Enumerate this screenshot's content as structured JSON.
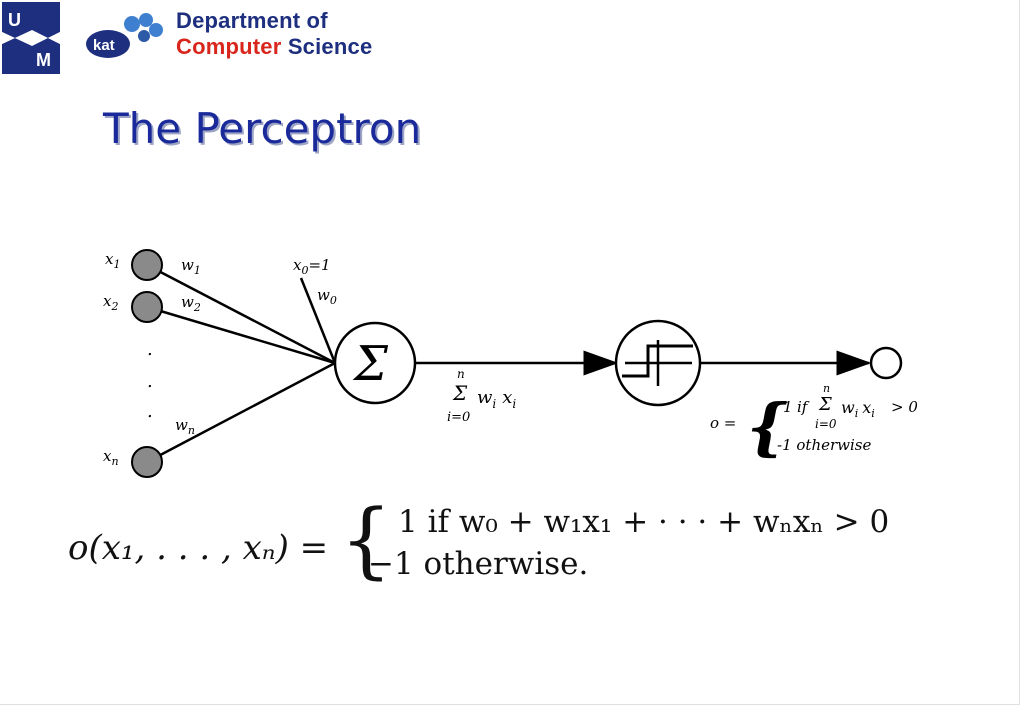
{
  "header": {
    "um_logo_letters": [
      "U",
      "M"
    ],
    "kat_logo_text": "kat",
    "dept_line1": "Department of",
    "dept_line2_red": "Computer",
    "dept_line2_blue": "Science",
    "colors": {
      "navy": "#1d2f7e",
      "red": "#d9261c",
      "logo_blue": "#3f7fd0"
    }
  },
  "title": "The Perceptron",
  "diagram": {
    "inputs": [
      {
        "x_label": "x",
        "x_sub": "1",
        "w_label": "w",
        "w_sub": "1"
      },
      {
        "x_label": "x",
        "x_sub": "2",
        "w_label": "w",
        "w_sub": "2"
      },
      {
        "x_label": "x",
        "x_sub": "n",
        "w_label": "w",
        "w_sub": "n"
      }
    ],
    "bias_label": "x",
    "bias_sub": "0",
    "bias_value": "=1",
    "bias_weight": "w",
    "bias_weight_sub": "0",
    "dots": ".",
    "sum_symbol": "Σ",
    "sum_expr": {
      "upper": "n",
      "sigma": "Σ",
      "lower": "i=0",
      "term": "w",
      "term_sub": "i",
      "term2": "x",
      "term2_sub": "i"
    },
    "output_formula": {
      "lhs": "o =",
      "row1_val": "1",
      "row1_if": "if",
      "row1_upper": "n",
      "row1_sigma": "Σ",
      "row1_lower": "i=0",
      "row1_term": "w",
      "row1_term_sub": "i",
      "row1_term2": "x",
      "row1_term2_sub": "i",
      "row1_gt": "> 0",
      "row2": "-1 otherwise"
    }
  },
  "formula": {
    "lhs": "o(x₁, . . . , xₙ) =",
    "row1": "1  if  w₀ + w₁x₁ + · · · + wₙxₙ > 0",
    "row2": "−1  otherwise."
  }
}
